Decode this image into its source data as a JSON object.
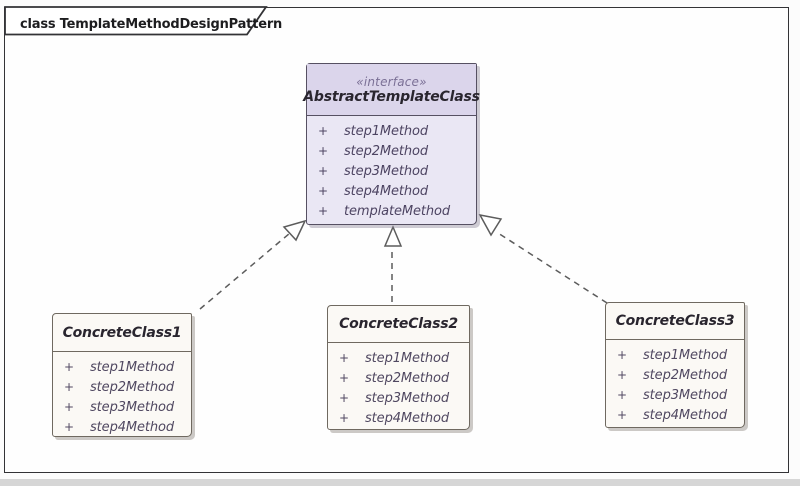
{
  "frame": {
    "title": "class TemplateMethodDesignPattern"
  },
  "interface_class": {
    "stereotype": "«interface»",
    "name": "AbstractTemplateClass",
    "methods": [
      {
        "vis": "+",
        "name": "step1Method"
      },
      {
        "vis": "+",
        "name": "step2Method"
      },
      {
        "vis": "+",
        "name": "step3Method"
      },
      {
        "vis": "+",
        "name": "step4Method"
      },
      {
        "vis": "+",
        "name": "templateMethod"
      }
    ]
  },
  "concrete_classes": [
    {
      "name": "ConcreteClass1",
      "methods": [
        {
          "vis": "+",
          "name": "step1Method"
        },
        {
          "vis": "+",
          "name": "step2Method"
        },
        {
          "vis": "+",
          "name": "step3Method"
        },
        {
          "vis": "+",
          "name": "step4Method"
        }
      ]
    },
    {
      "name": "ConcreteClass2",
      "methods": [
        {
          "vis": "+",
          "name": "step1Method"
        },
        {
          "vis": "+",
          "name": "step2Method"
        },
        {
          "vis": "+",
          "name": "step3Method"
        },
        {
          "vis": "+",
          "name": "step4Method"
        }
      ]
    },
    {
      "name": "ConcreteClass3",
      "methods": [
        {
          "vis": "+",
          "name": "step1Method"
        },
        {
          "vis": "+",
          "name": "step2Method"
        },
        {
          "vis": "+",
          "name": "step3Method"
        },
        {
          "vis": "+",
          "name": "step4Method"
        }
      ]
    }
  ],
  "relationships": [
    {
      "type": "realization",
      "from": "ConcreteClass1",
      "to": "AbstractTemplateClass"
    },
    {
      "type": "realization",
      "from": "ConcreteClass2",
      "to": "AbstractTemplateClass"
    },
    {
      "type": "realization",
      "from": "ConcreteClass3",
      "to": "AbstractTemplateClass"
    }
  ],
  "colors": {
    "frame_border": "#333336",
    "interface_header_fill": "#dbd5eb",
    "interface_body_fill": "#eae7f4",
    "concrete_fill": "#fbf9f5",
    "class_border": "#6f6960",
    "connector_line": "#5c5c5c",
    "method_text": "#504861"
  }
}
